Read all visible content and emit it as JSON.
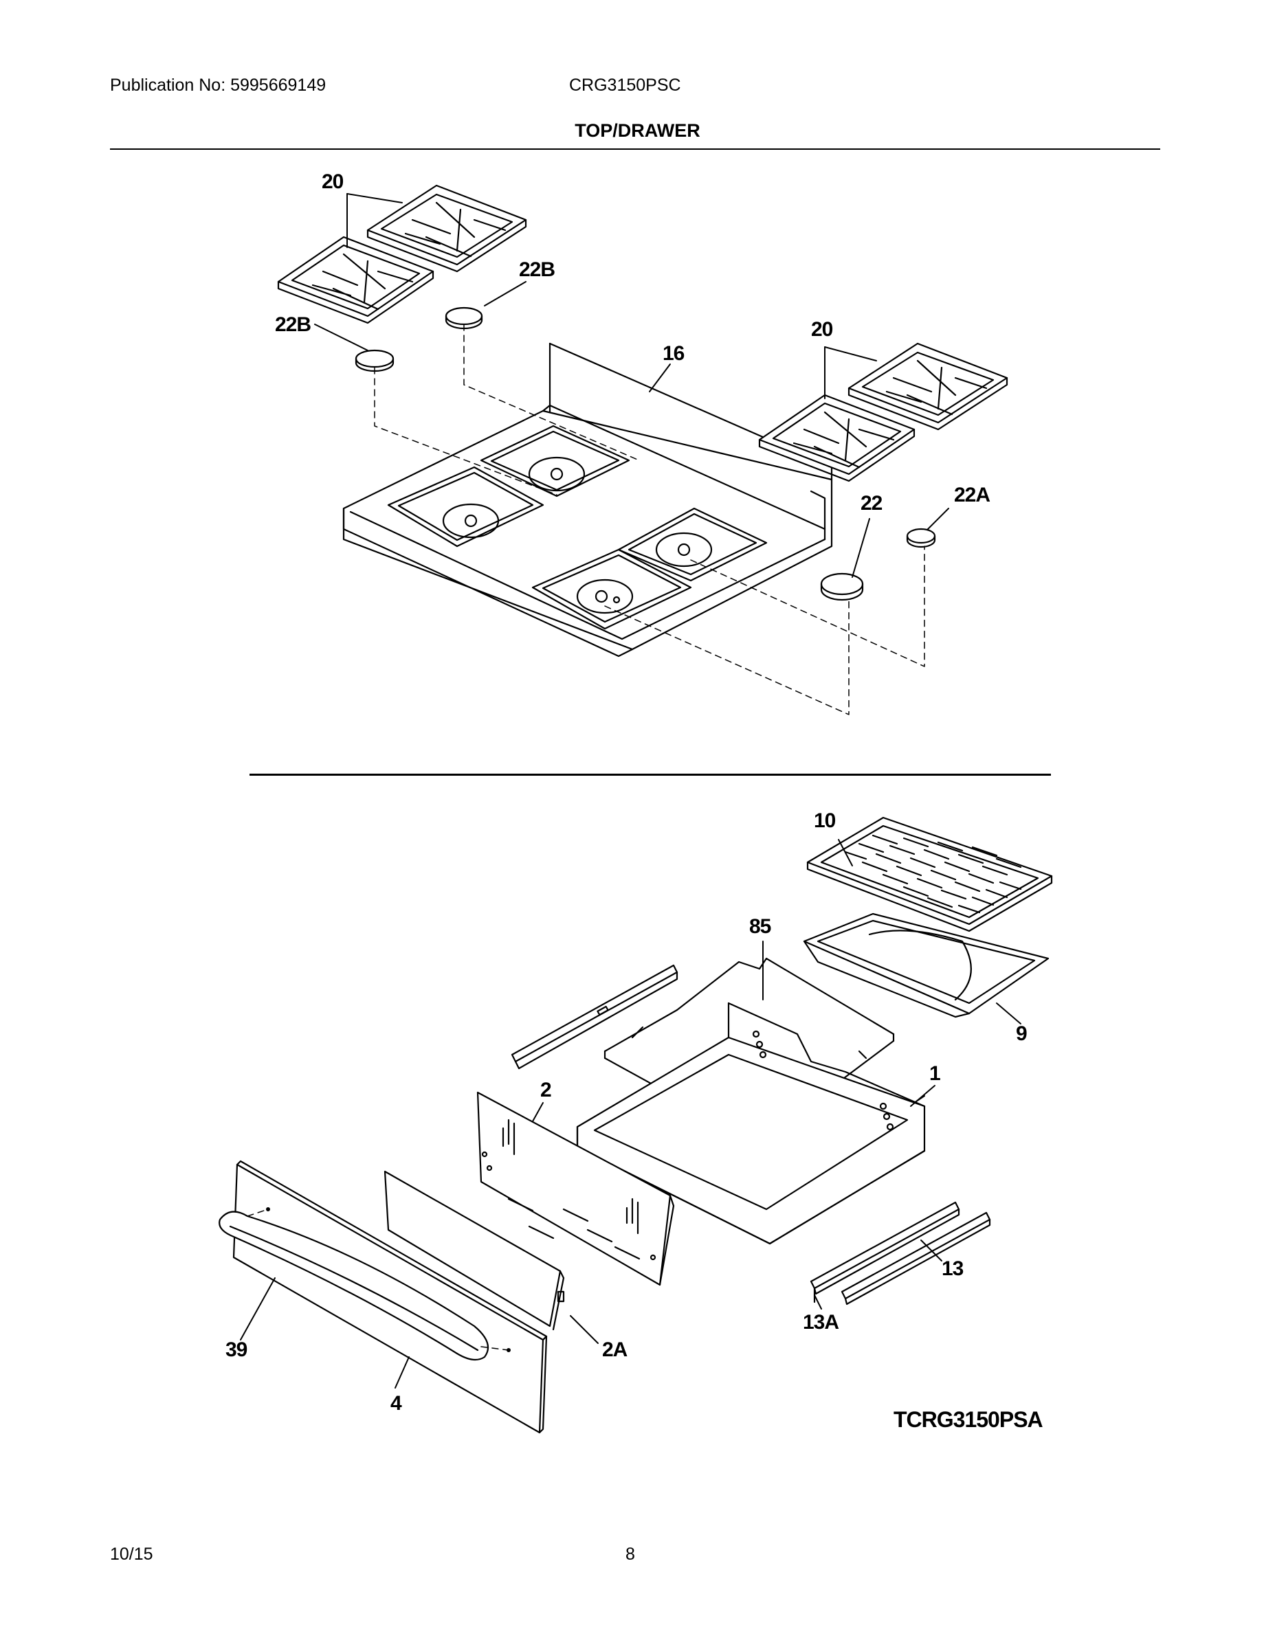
{
  "header": {
    "publication": "Publication No: 5995669149",
    "model": "CRG3150PSC",
    "section_title": "TOP/DRAWER"
  },
  "callouts": {
    "c20_left": "20",
    "c22b_right": "22B",
    "c22b_left": "22B",
    "c16": "16",
    "c20_right": "20",
    "c22": "22",
    "c22a": "22A",
    "c10": "10",
    "c85": "85",
    "c9": "9",
    "c2": "2",
    "c1": "1",
    "c13": "13",
    "c13a": "13A",
    "c39": "39",
    "c2a": "2A",
    "c4": "4"
  },
  "diagram_code": "TCRG3150PSA",
  "footer": {
    "date": "10/15",
    "page": "8"
  }
}
